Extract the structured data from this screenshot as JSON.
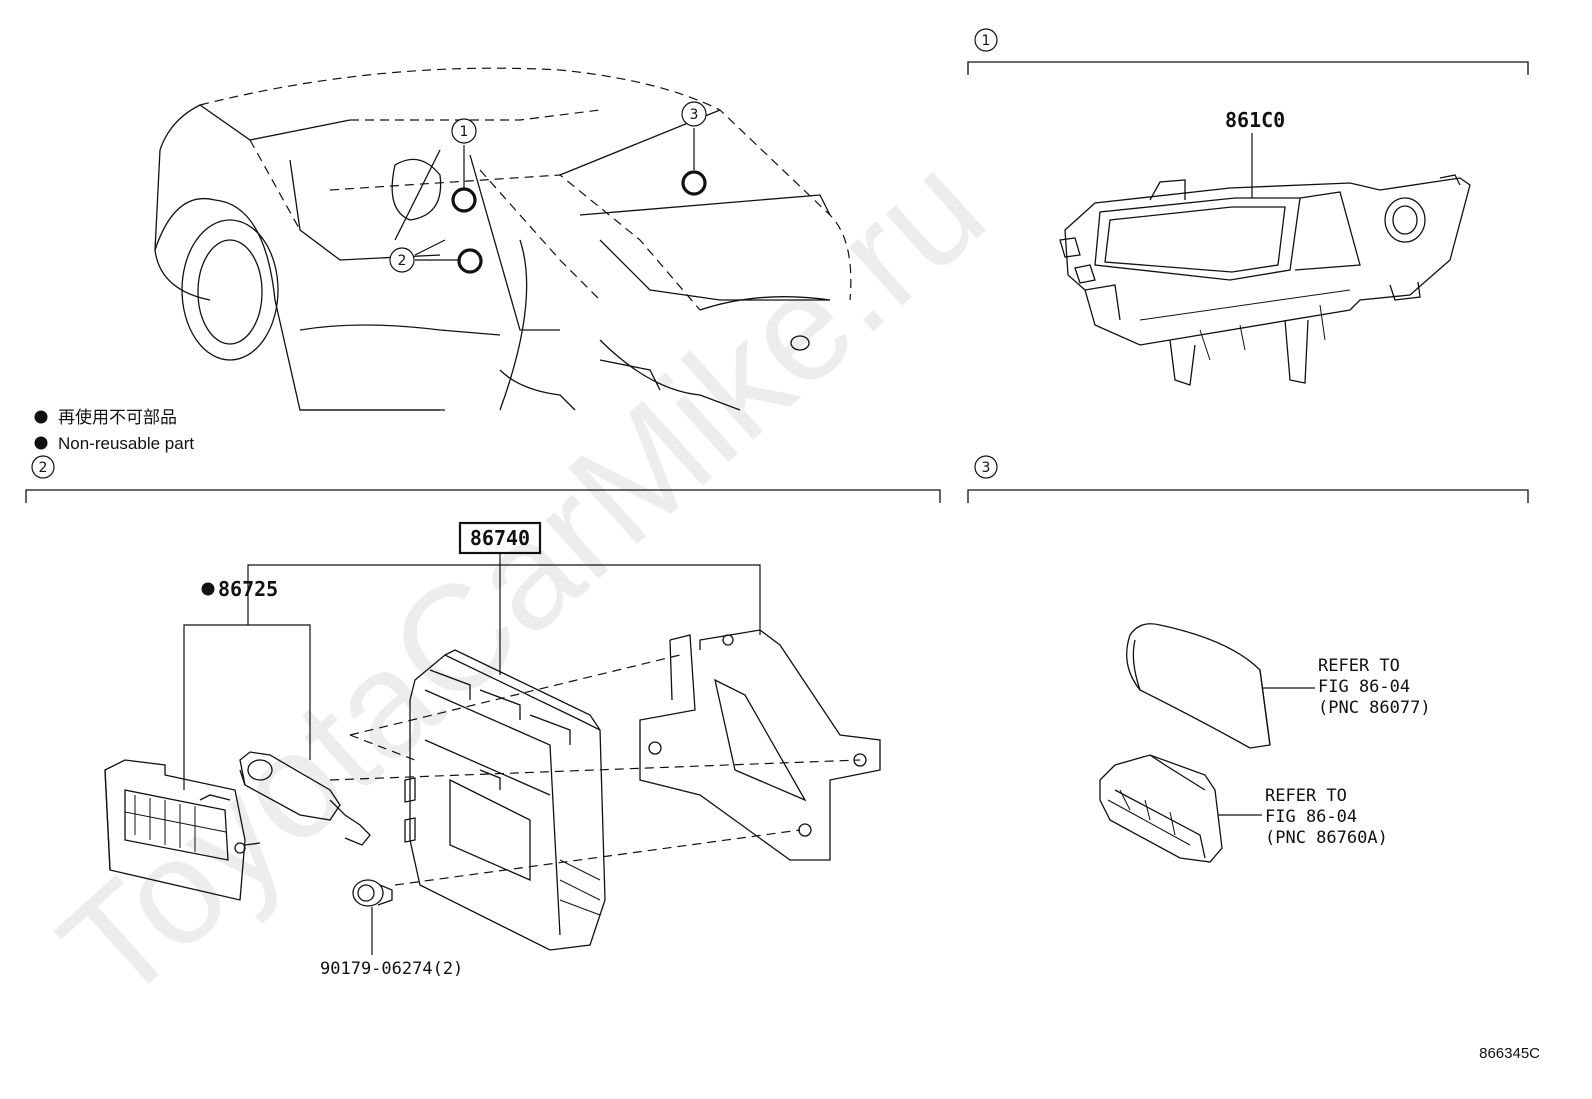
{
  "legend": {
    "non_reusable_jp": "再使用不可部品",
    "non_reusable_en": "Non-reusable part"
  },
  "sections": {
    "one": "1",
    "two": "2",
    "three": "3"
  },
  "callouts": {
    "c1": "1",
    "c2": "2",
    "c3": "3"
  },
  "parts": {
    "display_unit": "861C0",
    "ecu": "86740",
    "module": "86725",
    "clip": "90179-06274(2)"
  },
  "refs": {
    "ref1": {
      "line1": "REFER TO",
      "line2": "FIG 86-04",
      "line3": "(PNC 86077)"
    },
    "ref2": {
      "line1": "REFER TO",
      "line2": "FIG 86-04",
      "line3": "(PNC 86760A)"
    }
  },
  "watermark": "ToyotaCarMike.ru",
  "diagram_code": "866345C"
}
